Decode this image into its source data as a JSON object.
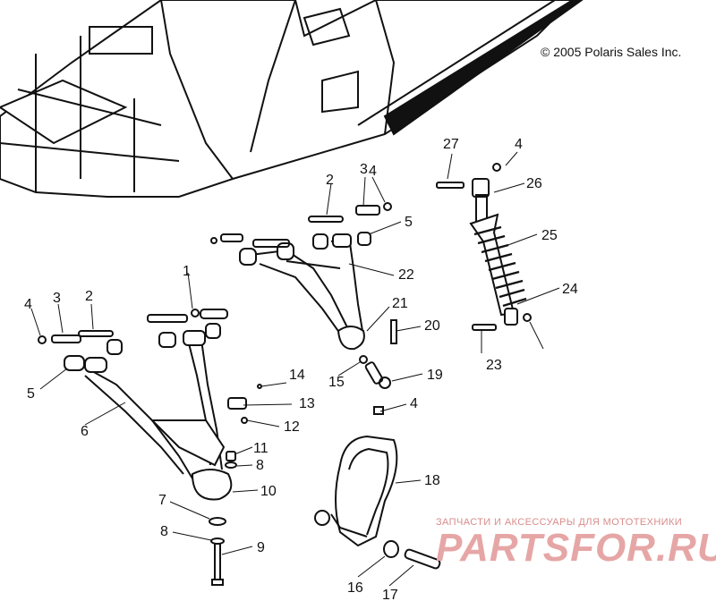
{
  "copyright": "© 2005 Polaris Sales Inc.",
  "watermark": {
    "line1": "ЗАПЧАСТИ И АКСЕССУАРЫ ДЛЯ МОТОТЕХНИКИ",
    "line2": "PARTSFOR.RU"
  },
  "callouts": [
    "27",
    "4",
    "26",
    "2",
    "3",
    "4",
    "25",
    "5",
    "22",
    "24",
    "1",
    "4",
    "3",
    "2",
    "21",
    "20",
    "4",
    "23",
    "5",
    "15",
    "19",
    "14",
    "13",
    "6",
    "12",
    "11",
    "8",
    "10",
    "18",
    "7",
    "8",
    "9",
    "16",
    "17"
  ]
}
